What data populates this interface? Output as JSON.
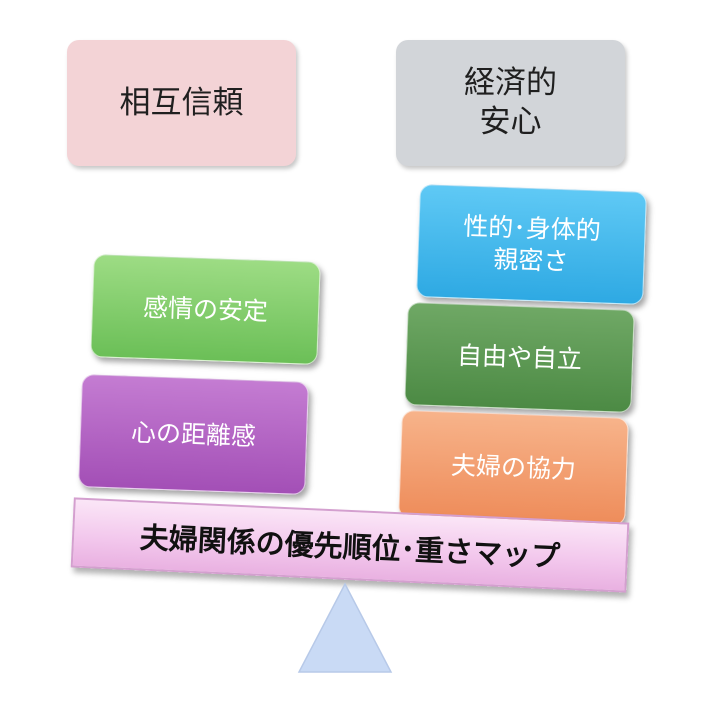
{
  "labels": {
    "trust": "相互信頼",
    "econ_line1": "経済的",
    "econ_line2": "安心",
    "emotion": "感情の安定",
    "distance": "心の距離感",
    "intimacy_line1": "性的･身体的",
    "intimacy_line2": "親密さ",
    "independence": "自由や自立",
    "cooperation": "夫婦の協力",
    "title": "夫婦関係の優先順位･重さマップ"
  },
  "colors": {
    "trust": "#f3d3d6",
    "econ": "#d2d5d9",
    "emotion": "#7dcb68",
    "distance": "#b260c3",
    "intimacy": "#3fb6ea",
    "independence": "#5a9651",
    "cooperation": "#f29c6c",
    "title_bar": "#f2c6ec",
    "fulcrum": "#c9daf5"
  }
}
